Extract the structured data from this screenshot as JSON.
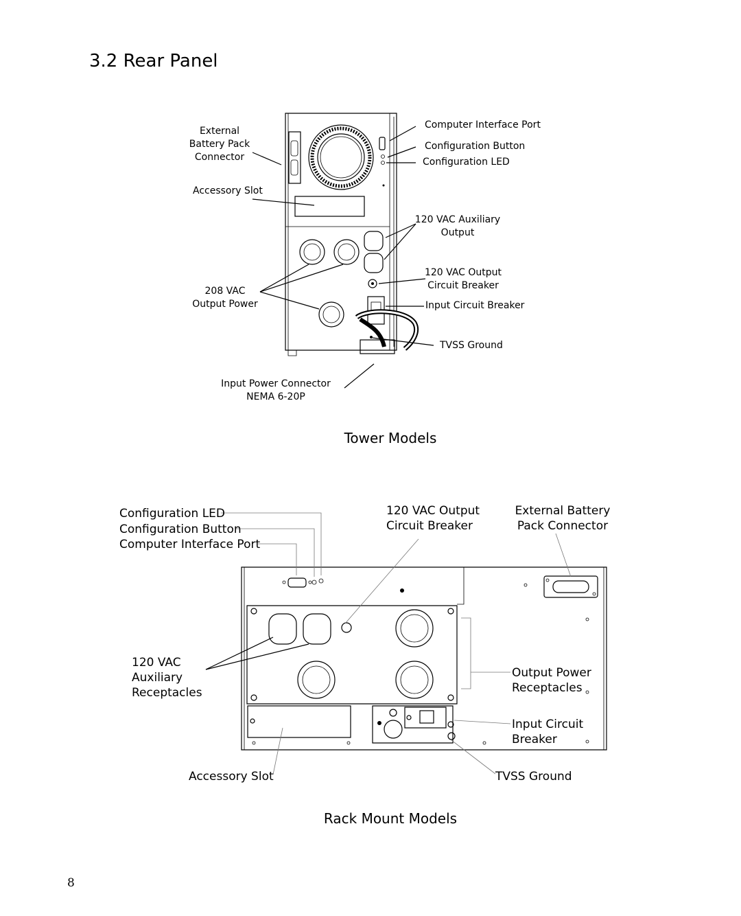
{
  "section_title": "3.2 Rear Panel",
  "page_number": "8",
  "tower": {
    "caption": "Tower Models",
    "labels": {
      "external_battery": "External\nBattery Pack\nConnector",
      "accessory_slot": "Accessory Slot",
      "vac208": "208 VAC\nOutput Power",
      "input_power": "Input Power Connector\nNEMA 6-20P",
      "computer_port": "Computer Interface Port",
      "config_button": "Configuration Button",
      "config_led": "Configuration LED",
      "aux_output": "120 VAC Auxiliary\nOutput",
      "output_breaker": "120 VAC Output\nCircuit Breaker",
      "input_breaker": "Input Circuit Breaker",
      "tvss": "TVSS Ground"
    }
  },
  "rack": {
    "caption": "Rack Mount Models",
    "labels": {
      "config_led": "Configuration LED",
      "config_button": "Configuration Button",
      "computer_port": "Computer Interface Port",
      "output_breaker": "120 VAC Output\nCircuit Breaker",
      "external_battery": "External Battery\nPack Connector",
      "aux_receptacles": "120 VAC\nAuxiliary\nReceptacles",
      "output_power": "Output Power\nReceptacles",
      "input_breaker": "Input Circuit\nBreaker",
      "accessory_slot": "Accessory Slot",
      "tvss": "TVSS Ground"
    }
  }
}
